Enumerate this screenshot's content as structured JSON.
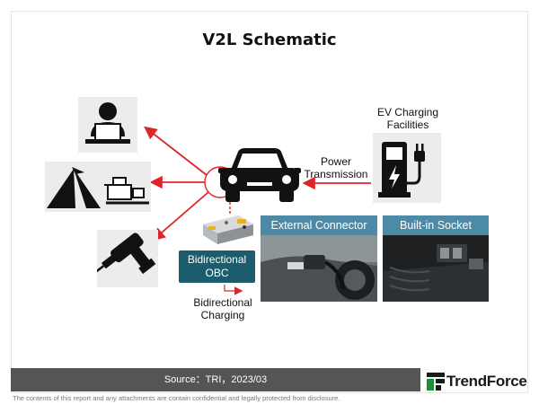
{
  "title": "V2L Schematic",
  "labels": {
    "ev_charging": "EV Charging\nFacilities",
    "power_transmission": "Power\nTransmission",
    "obc": "Bidirectional\nOBC",
    "bidirectional_charging": "Bidirectional\nCharging"
  },
  "photos": {
    "external_connector": "External Connector",
    "builtin_socket": "Built-in Socket"
  },
  "footer": {
    "source": "Source：TRI，2023/03",
    "brand": "TrendForce",
    "disclaimer": "The contents of this report and any attachments are contain confidential and legally protected from disclosure."
  },
  "colors": {
    "accent_red": "#e0242b",
    "obc_teal": "#1b5c6d",
    "photo_header": "#4d8aa8",
    "source_bar": "#555555",
    "brand_green": "#1b8f3c"
  },
  "icons": [
    "laptop-user-icon",
    "camping-icon",
    "power-drill-icon",
    "car-icon",
    "ev-charger-icon",
    "obc-module-icon"
  ]
}
